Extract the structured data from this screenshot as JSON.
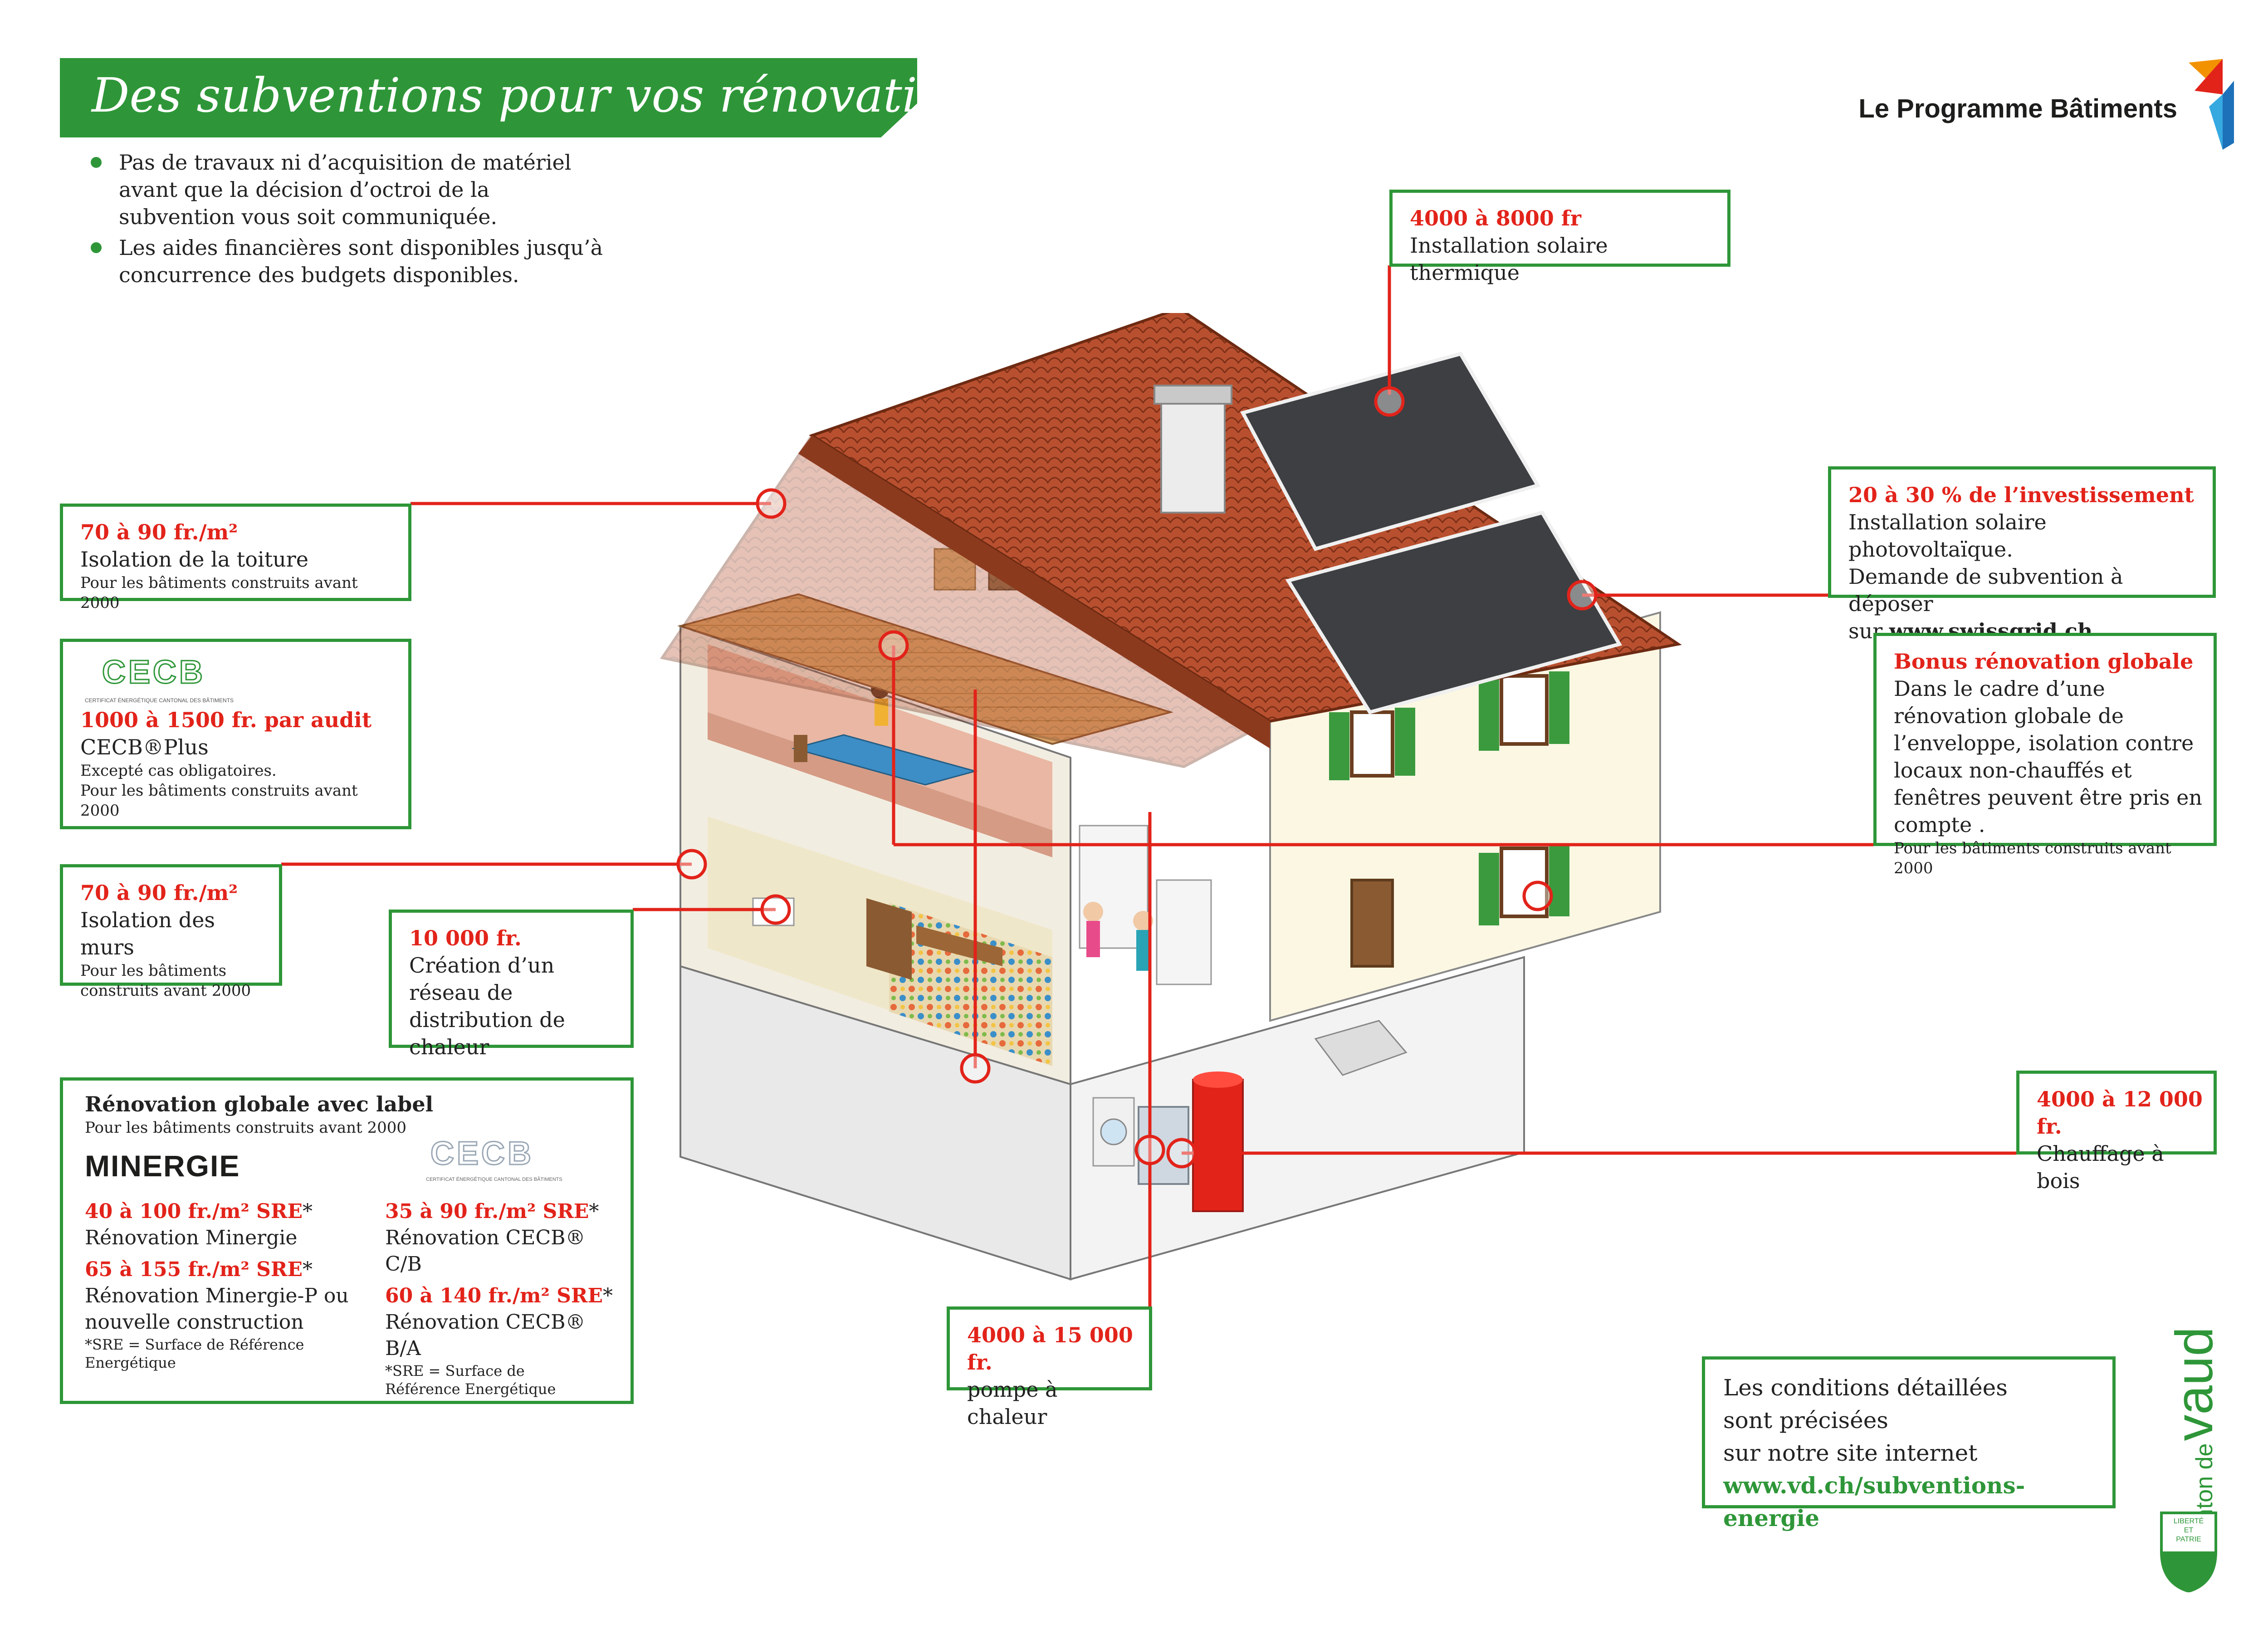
{
  "header": {
    "title": "Des subventions pour vos rénovations"
  },
  "bullets": [
    "Pas de travaux ni d’acquisition de matériel avant que la décision d’octroi de la subvention vous soit communiquée.",
    "Les aides financières sont disponibles jusqu’à concurrence des budgets disponibles."
  ],
  "brand": {
    "program": "Le Programme Bâtiments"
  },
  "labels": {
    "toiture": {
      "amount": "70 à 90 fr./m²",
      "title": "Isolation de la toiture",
      "note": "Pour les bâtiments construits avant 2000"
    },
    "cecb_audit": {
      "logo": "CECB",
      "logo_sub": "CERTIFICAT ÉNERGÉTIQUE CANTONAL DES BÂTIMENTS",
      "amount": "1000 à 1500 fr. par audit",
      "title": "CECB®Plus",
      "note1": "Excepté cas obligatoires.",
      "note2": "Pour les bâtiments construits avant 2000"
    },
    "murs": {
      "amount": "70 à 90 fr./m²",
      "title": "Isolation des murs",
      "note": "Pour les bâtiments construits avant 2000"
    },
    "reseau": {
      "amount": "10 000 fr.",
      "title": "Création d’un réseau de distribution de chaleur"
    },
    "solaire_thermique": {
      "amount": "4000 à 8000 fr",
      "title": "Installation solaire thermique"
    },
    "photovoltaique": {
      "amount": "20 à 30 % de l’investissement",
      "line1": "Installation solaire photovoltaïque.",
      "line2": "Demande de subvention à déposer",
      "line3_prefix": "sur ",
      "line3_link": "www.swissgrid.ch"
    },
    "bonus": {
      "amount": "Bonus rénovation globale",
      "text": "Dans le cadre d’une rénovation globale de l’enveloppe, isolation contre locaux non-chauffés et fenêtres peuvent être pris en compte .",
      "note": "Pour les bâtiments construits avant 2000"
    },
    "bois": {
      "amount": "4000 à 12 000 fr.",
      "title": "Chauffage à bois"
    },
    "pac": {
      "amount": "4000 à 15 000 fr.",
      "title": "pompe à chaleur"
    }
  },
  "globale": {
    "title": "Rénovation globale avec label",
    "note": "Pour les bâtiments construits avant 2000",
    "minergie_logo": "MINERGIE",
    "cecb_logo": "CECB",
    "cecb_logo_sub": "CERTIFICAT ÉNERGÉTIQUE CANTONAL DES BÂTIMENTS",
    "left": [
      {
        "amount": "40 à 100 fr./m² SRE",
        "star": "*",
        "title": "Rénovation Minergie"
      },
      {
        "amount": "65 à 155 fr./m² SRE",
        "star": "*",
        "title": "Rénovation Minergie-P ou nouvelle construction"
      }
    ],
    "right": [
      {
        "amount": "35 à 90 fr./m² SRE",
        "star": "*",
        "title": "Rénovation CECB® C/B"
      },
      {
        "amount": "60 à 140 fr./m² SRE",
        "star": "*",
        "title": "Rénovation CECB® B/A"
      }
    ],
    "footnote": "*SRE = Surface de Référence Energétique"
  },
  "conditions": {
    "line1": "Les conditions détaillées",
    "line2": "sont précisées",
    "line3": "sur notre site internet",
    "link": "www.vd.ch/subventions-energie"
  },
  "vaud": {
    "canton": "canton de",
    "name": "vaud",
    "motto1": "LIBERTÉ",
    "motto2": "ET",
    "motto3": "PATRIE"
  },
  "colors": {
    "green": "#2e9638",
    "red": "#e2231a",
    "roof": "#b8502f"
  }
}
